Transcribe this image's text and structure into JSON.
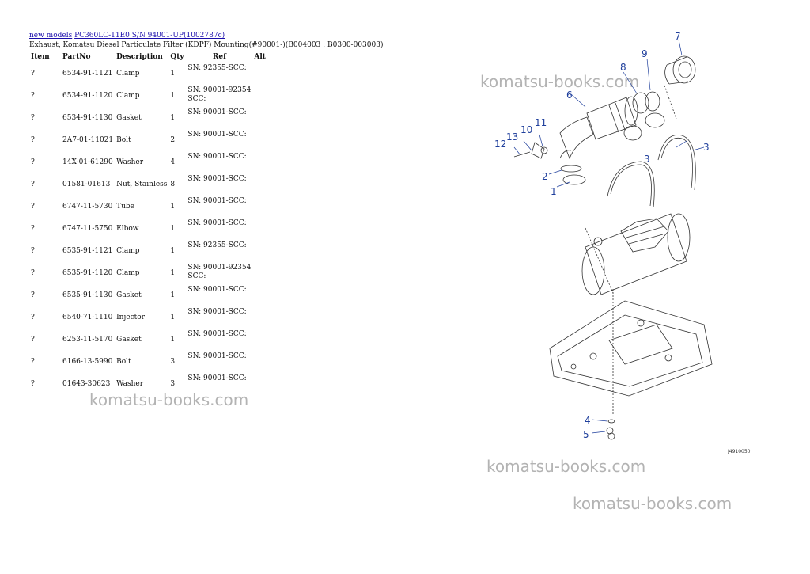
{
  "breadcrumb": {
    "link1": "new models",
    "link2": "PC360LC-11E0 S/N 94001-UP(1002787c)"
  },
  "subtitle": "Exhaust, Komatsu Diesel Particulate Filter (KDPF) Mounting(#90001-)(B004003 : B0300-003003)",
  "table": {
    "headers": {
      "item": "Item",
      "partno": "PartNo",
      "desc": "Description",
      "qty": "Qty",
      "ref": "Ref",
      "alt": "Alt"
    },
    "rows": [
      {
        "item": "?",
        "partno": "6534-91-1121",
        "desc": "Clamp",
        "qty": "1",
        "ref": "SN: 92355-SCC:"
      },
      {
        "item": "?",
        "partno": "6534-91-1120",
        "desc": "Clamp",
        "qty": "1",
        "ref": "SN: 90001-92354 SCC:"
      },
      {
        "item": "?",
        "partno": "6534-91-1130",
        "desc": "Gasket",
        "qty": "1",
        "ref": "SN: 90001-SCC:"
      },
      {
        "item": "?",
        "partno": "2A7-01-11021",
        "desc": "Bolt",
        "qty": "2",
        "ref": "SN: 90001-SCC:"
      },
      {
        "item": "?",
        "partno": "14X-01-61290",
        "desc": "Washer",
        "qty": "4",
        "ref": "SN: 90001-SCC:"
      },
      {
        "item": "?",
        "partno": "01581-01613",
        "desc": "Nut, Stainless",
        "qty": "8",
        "ref": "SN: 90001-SCC:"
      },
      {
        "item": "?",
        "partno": "6747-11-5730",
        "desc": "Tube",
        "qty": "1",
        "ref": "SN: 90001-SCC:"
      },
      {
        "item": "?",
        "partno": "6747-11-5750",
        "desc": "Elbow",
        "qty": "1",
        "ref": "SN: 90001-SCC:"
      },
      {
        "item": "?",
        "partno": "6535-91-1121",
        "desc": "Clamp",
        "qty": "1",
        "ref": "SN: 92355-SCC:"
      },
      {
        "item": "?",
        "partno": "6535-91-1120",
        "desc": "Clamp",
        "qty": "1",
        "ref": "SN: 90001-92354 SCC:"
      },
      {
        "item": "?",
        "partno": "6535-91-1130",
        "desc": "Gasket",
        "qty": "1",
        "ref": "SN: 90001-SCC:"
      },
      {
        "item": "?",
        "partno": "6540-71-1110",
        "desc": "Injector",
        "qty": "1",
        "ref": "SN: 90001-SCC:"
      },
      {
        "item": "?",
        "partno": "6253-11-5170",
        "desc": "Gasket",
        "qty": "1",
        "ref": "SN: 90001-SCC:"
      },
      {
        "item": "?",
        "partno": "6166-13-5990",
        "desc": "Bolt",
        "qty": "3",
        "ref": "SN: 90001-SCC:"
      },
      {
        "item": "?",
        "partno": "01643-30623",
        "desc": "Washer",
        "qty": "3",
        "ref": "SN: 90001-SCC:"
      }
    ]
  },
  "watermarks": [
    "komatsu-books.com",
    "komatsu-books.com",
    "komatsu-books.com",
    "komatsu-books.com"
  ],
  "diagram": {
    "callouts": [
      "1",
      "2",
      "3",
      "3",
      "4",
      "5",
      "6",
      "7",
      "8",
      "9",
      "10",
      "11",
      "12",
      "13"
    ],
    "code": "J4910050"
  }
}
